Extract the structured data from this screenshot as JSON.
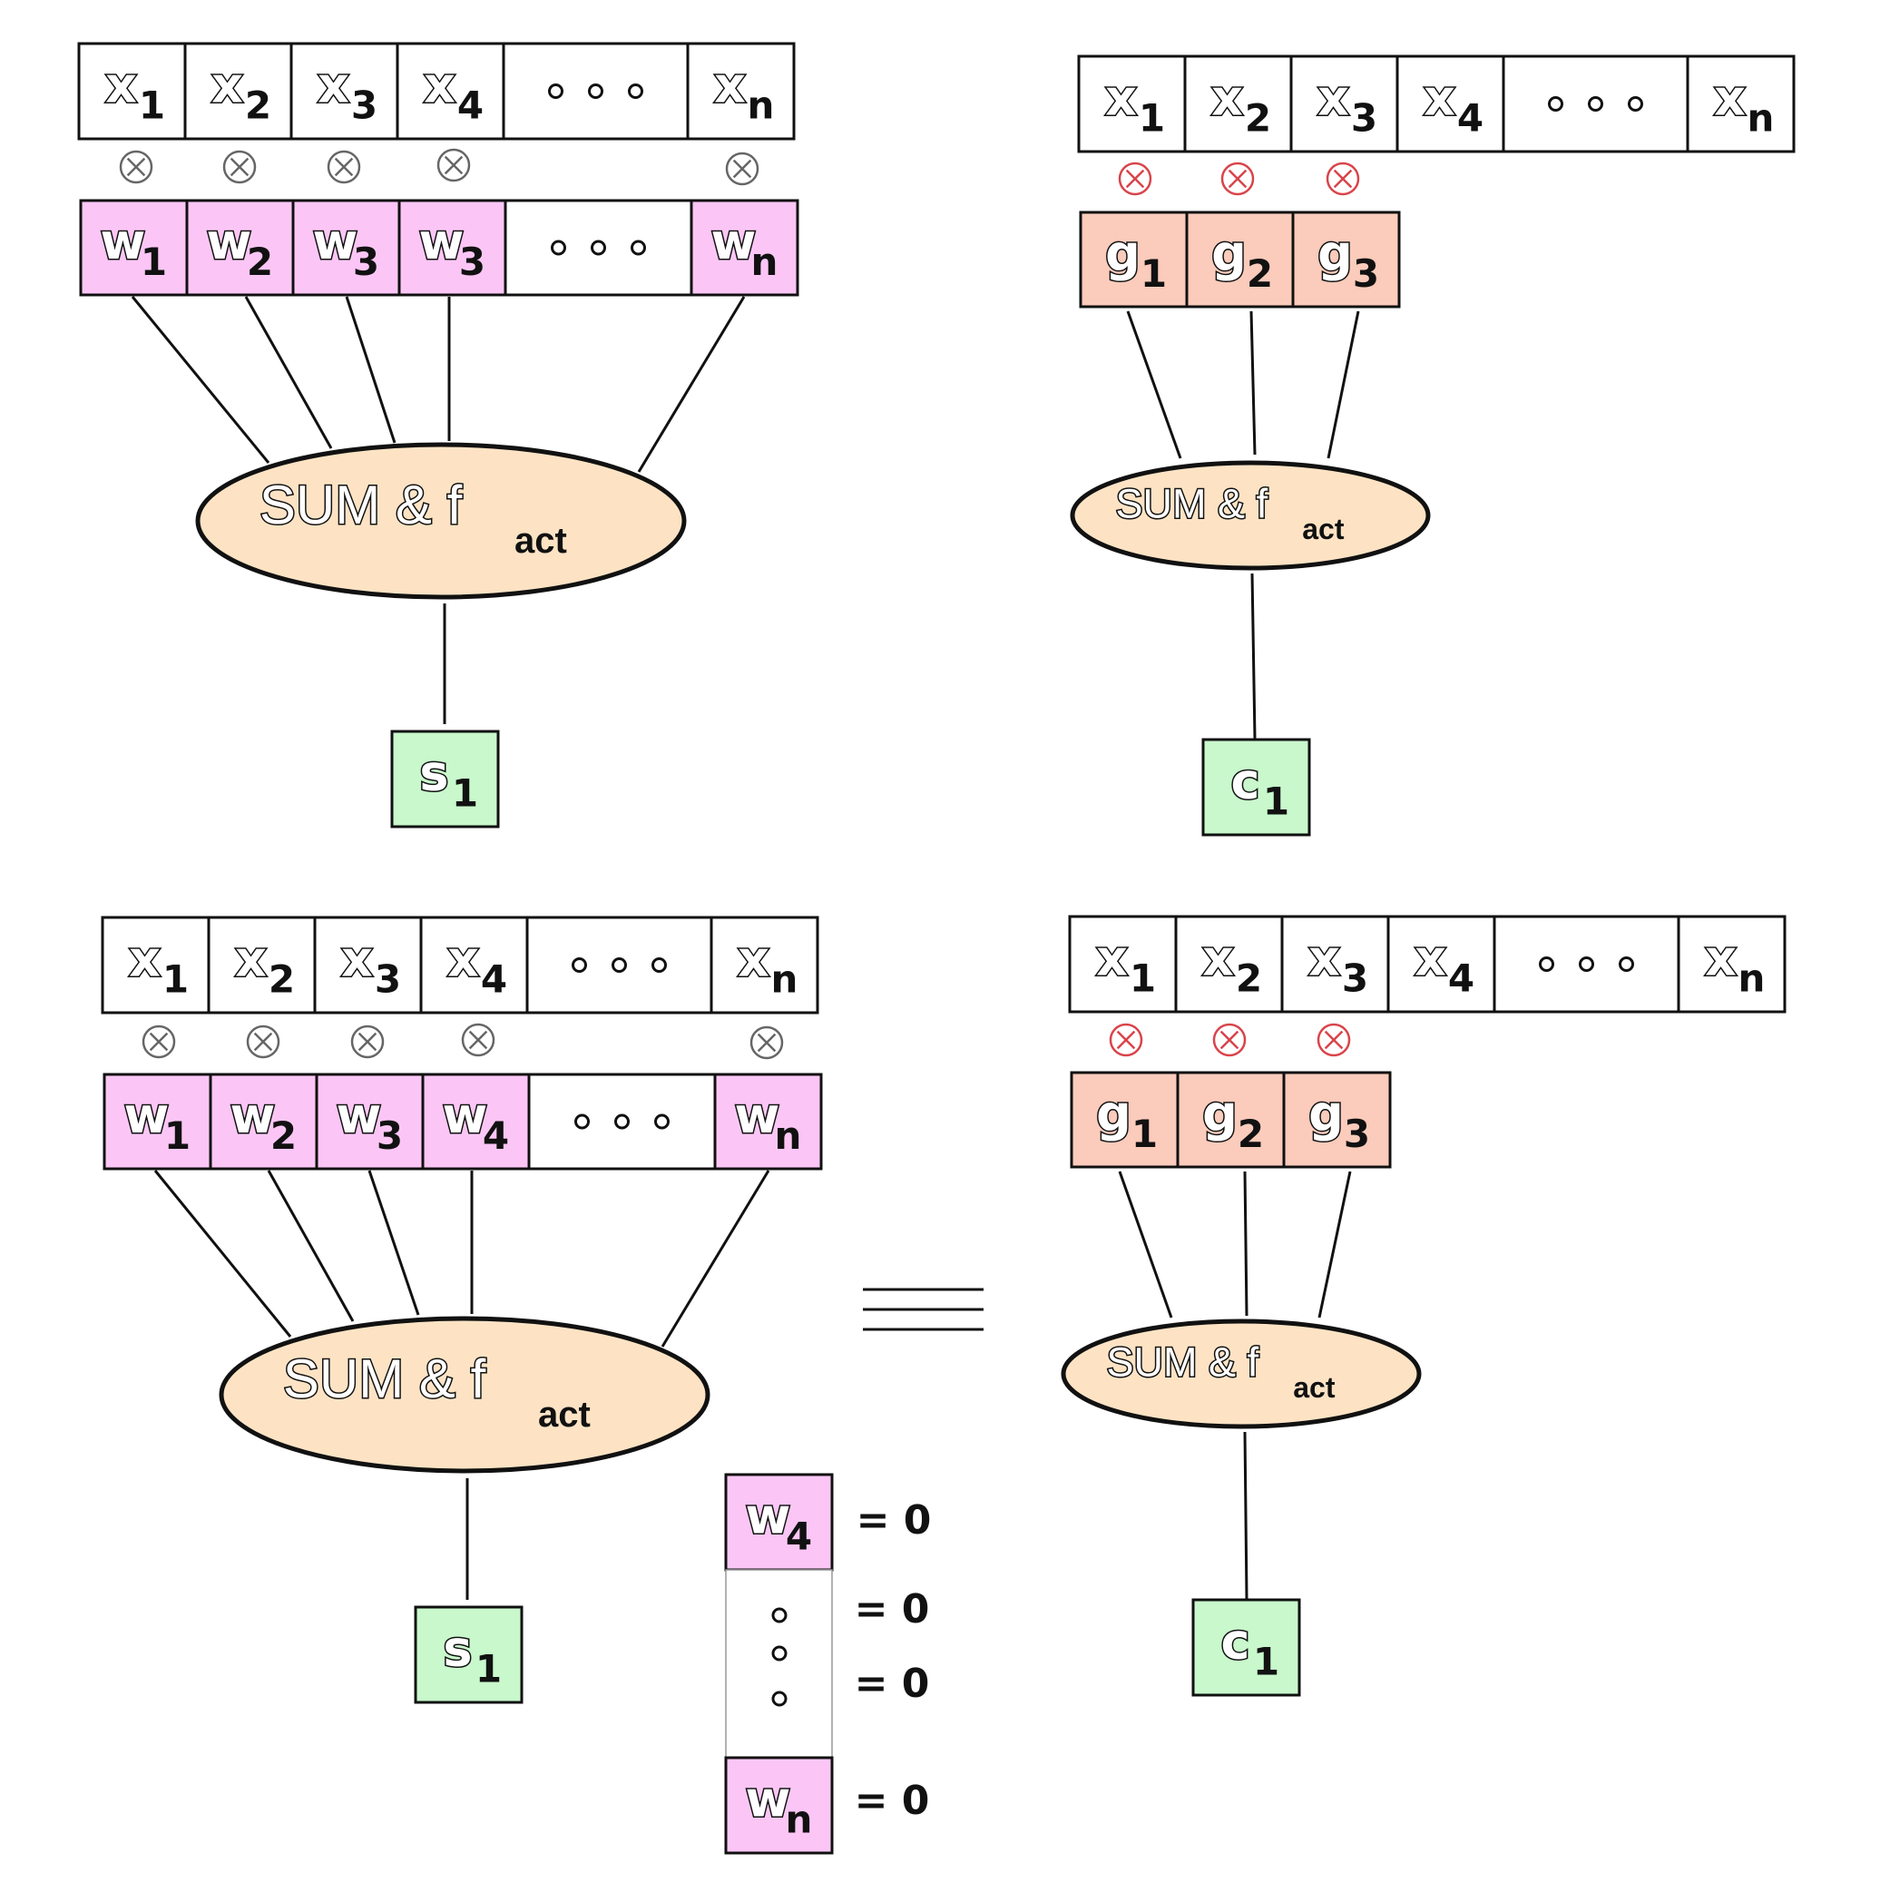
{
  "colors": {
    "input_fill": "#ffffff",
    "weight_fill": "#fbc6f5",
    "gate_fill": "#fbcbbb",
    "sum_fill": "#fde3c4",
    "output_fill": "#c8f8cc",
    "operator_neutral": "#666666",
    "operator_red": "#d9444a",
    "stroke": "#111111"
  },
  "icons": {
    "multiply": "circled-times-icon",
    "ellipsis": "ellipsis-icon",
    "equivalent": "triple-bar-icon"
  },
  "sum_label": "SUM & f",
  "sum_subscript": "act",
  "equivalence_symbol": "≡",
  "panels": {
    "top_left": {
      "inputs": [
        {
          "base": "x",
          "sub": "1"
        },
        {
          "base": "x",
          "sub": "2"
        },
        {
          "base": "x",
          "sub": "3"
        },
        {
          "base": "x",
          "sub": "4"
        },
        {
          "base": "",
          "sub": "",
          "ellipsis": true
        },
        {
          "base": "x",
          "sub": "n"
        }
      ],
      "weights": [
        {
          "base": "w",
          "sub": "1"
        },
        {
          "base": "w",
          "sub": "2"
        },
        {
          "base": "w",
          "sub": "3"
        },
        {
          "base": "w",
          "sub": "3"
        },
        {
          "base": "",
          "sub": "",
          "ellipsis": true
        },
        {
          "base": "w",
          "sub": "n"
        }
      ],
      "output": {
        "base": "s",
        "sub": "1"
      }
    },
    "top_right": {
      "inputs": [
        {
          "base": "x",
          "sub": "1"
        },
        {
          "base": "x",
          "sub": "2"
        },
        {
          "base": "x",
          "sub": "3"
        },
        {
          "base": "x",
          "sub": "4"
        },
        {
          "base": "",
          "sub": "",
          "ellipsis": true
        },
        {
          "base": "x",
          "sub": "n"
        }
      ],
      "gates": [
        {
          "base": "g",
          "sub": "1"
        },
        {
          "base": "g",
          "sub": "2"
        },
        {
          "base": "g",
          "sub": "3"
        }
      ],
      "output": {
        "base": "c",
        "sub": "1"
      }
    },
    "bottom_left": {
      "inputs": [
        {
          "base": "x",
          "sub": "1"
        },
        {
          "base": "x",
          "sub": "2"
        },
        {
          "base": "x",
          "sub": "3"
        },
        {
          "base": "x",
          "sub": "4"
        },
        {
          "base": "",
          "sub": "",
          "ellipsis": true
        },
        {
          "base": "x",
          "sub": "n"
        }
      ],
      "weights": [
        {
          "base": "w",
          "sub": "1"
        },
        {
          "base": "w",
          "sub": "2"
        },
        {
          "base": "w",
          "sub": "3"
        },
        {
          "base": "w",
          "sub": "4"
        },
        {
          "base": "",
          "sub": "",
          "ellipsis": true
        },
        {
          "base": "w",
          "sub": "n"
        }
      ],
      "output": {
        "base": "s",
        "sub": "1"
      }
    },
    "bottom_right": {
      "inputs": [
        {
          "base": "x",
          "sub": "1"
        },
        {
          "base": "x",
          "sub": "2"
        },
        {
          "base": "x",
          "sub": "3"
        },
        {
          "base": "x",
          "sub": "4"
        },
        {
          "base": "",
          "sub": "",
          "ellipsis": true
        },
        {
          "base": "x",
          "sub": "n"
        }
      ],
      "gates": [
        {
          "base": "g",
          "sub": "1"
        },
        {
          "base": "g",
          "sub": "2"
        },
        {
          "base": "g",
          "sub": "3"
        }
      ],
      "output": {
        "base": "c",
        "sub": "1"
      }
    }
  },
  "zero_legend": {
    "first": {
      "base": "w",
      "sub": "4"
    },
    "last": {
      "base": "w",
      "sub": "n"
    },
    "values": [
      "= 0",
      "= 0",
      "= 0",
      "= 0"
    ]
  }
}
